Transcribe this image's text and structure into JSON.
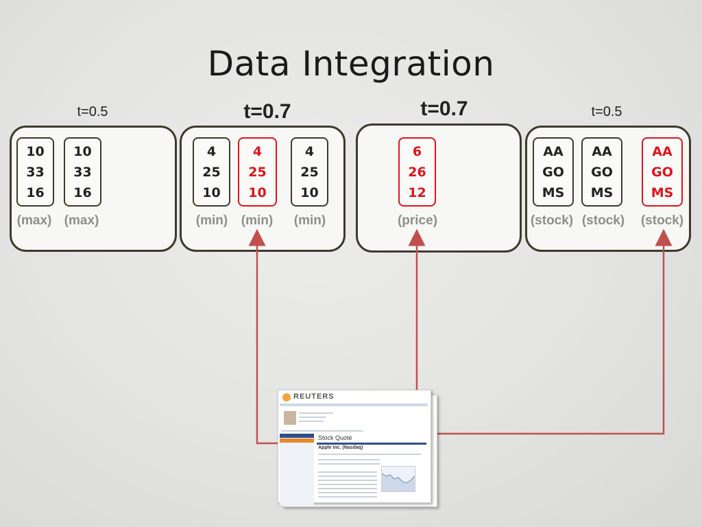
{
  "slide": {
    "title": "Data Integration"
  },
  "groups": [
    {
      "threshold": "t=0.5",
      "emphasis": false,
      "sources": [
        {
          "values": [
            "10",
            "33",
            "16"
          ],
          "label": "(max)",
          "highlighted": false
        },
        {
          "values": [
            "10",
            "33",
            "16"
          ],
          "label": "(max)",
          "highlighted": false
        }
      ]
    },
    {
      "threshold": "t=0.7",
      "emphasis": true,
      "sources": [
        {
          "values": [
            "4",
            "25",
            "10"
          ],
          "label": "(min)",
          "highlighted": false
        },
        {
          "values": [
            "4",
            "25",
            "10"
          ],
          "label": "(min)",
          "highlighted": true
        },
        {
          "values": [
            "4",
            "25",
            "10"
          ],
          "label": "(min)",
          "highlighted": false
        }
      ]
    },
    {
      "threshold": "t=0.7",
      "emphasis": true,
      "sources": [
        {
          "values": [
            "6",
            "26",
            "12"
          ],
          "label": "(price)",
          "highlighted": true
        }
      ]
    },
    {
      "threshold": "t=0.5",
      "emphasis": false,
      "sources": [
        {
          "values": [
            "AA",
            "GO",
            "MS"
          ],
          "label": "(stock)",
          "highlighted": false
        },
        {
          "values": [
            "AA",
            "GO",
            "MS"
          ],
          "label": "(stock)",
          "highlighted": false
        },
        {
          "values": [
            "AA",
            "GO",
            "MS"
          ],
          "label": "(stock)",
          "highlighted": true
        }
      ]
    }
  ],
  "webpage": {
    "brand": "REUTERS",
    "section_title": "Stock Quote",
    "company": "Apple Inc. (Nasdaq)"
  },
  "colors": {
    "highlight": "#e0141a",
    "box_border": "#3d3a2c",
    "arrow": "#c0504d",
    "label_gray": "#8e8e8e"
  }
}
